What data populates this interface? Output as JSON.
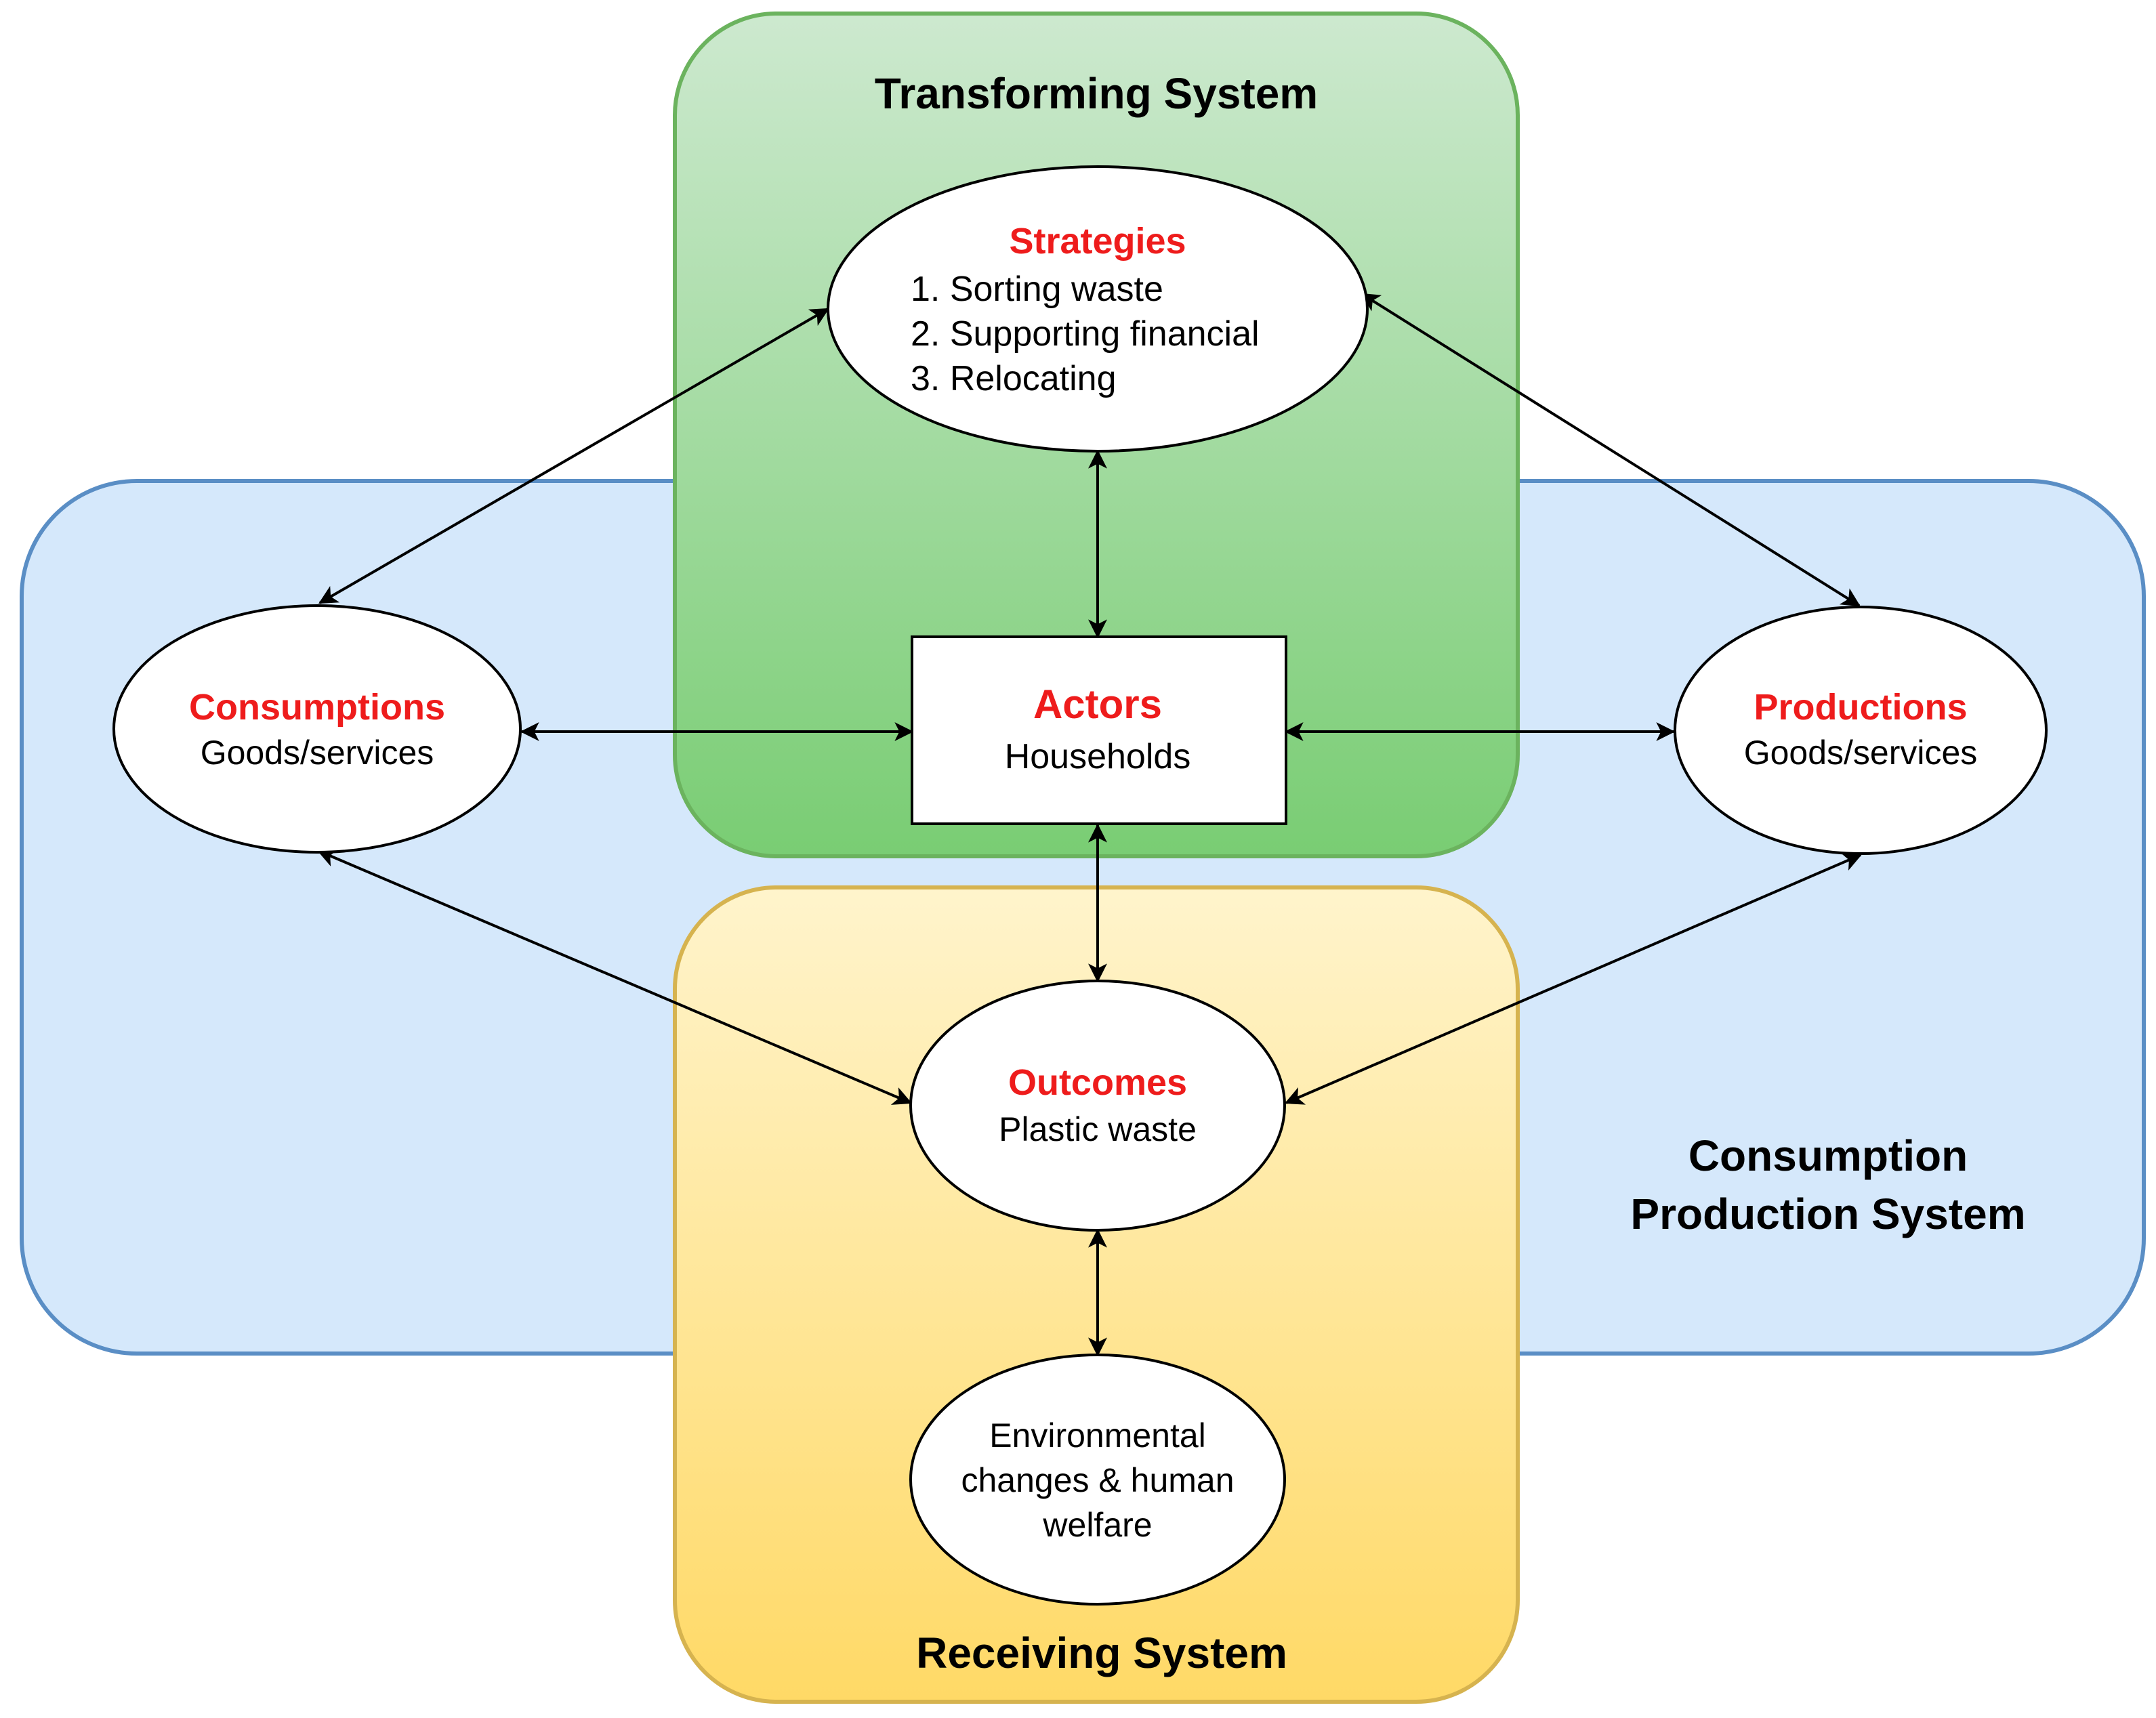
{
  "colors": {
    "consumption_fill": "#d5e8fb",
    "consumption_stroke": "#5a8ec5",
    "transforming_fill_top": "#cde9cf",
    "transforming_fill_bottom": "#79cd73",
    "transforming_stroke": "#6bb35e",
    "receiving_fill_top": "#fff4cc",
    "receiving_fill_bottom": "#ffd966",
    "receiving_stroke": "#d6b34f",
    "node_title": "#ee1c1c",
    "node_fill": "#ffffff",
    "node_stroke": "#000000",
    "arrow": "#000000"
  },
  "systems": {
    "transforming": {
      "title": "Transforming System"
    },
    "receiving": {
      "title": "Receiving System"
    },
    "consumption_production": {
      "title_line1": "Consumption",
      "title_line2": "Production System"
    }
  },
  "nodes": {
    "strategies": {
      "title": "Strategies",
      "items": [
        "1. Sorting waste",
        "2. Supporting financial",
        "3. Relocating"
      ]
    },
    "actors": {
      "title": "Actors",
      "subtitle": "Households"
    },
    "consumptions": {
      "title": "Consumptions",
      "subtitle": "Goods/services"
    },
    "productions": {
      "title": "Productions",
      "subtitle": "Goods/services"
    },
    "outcomes": {
      "title": "Outcomes",
      "subtitle": "Plastic waste"
    },
    "environmental": {
      "lines": [
        "Environmental",
        "changes & human",
        "welfare"
      ]
    }
  },
  "connections": [
    {
      "from": "strategies",
      "to": "consumptions",
      "bidirectional": true
    },
    {
      "from": "strategies",
      "to": "productions",
      "bidirectional": true
    },
    {
      "from": "strategies",
      "to": "actors",
      "bidirectional": true
    },
    {
      "from": "consumptions",
      "to": "actors",
      "bidirectional": true
    },
    {
      "from": "actors",
      "to": "productions",
      "bidirectional": true
    },
    {
      "from": "actors",
      "to": "outcomes",
      "bidirectional": true
    },
    {
      "from": "consumptions",
      "to": "outcomes",
      "bidirectional": true
    },
    {
      "from": "productions",
      "to": "outcomes",
      "bidirectional": true
    },
    {
      "from": "outcomes",
      "to": "environmental",
      "bidirectional": true
    }
  ]
}
